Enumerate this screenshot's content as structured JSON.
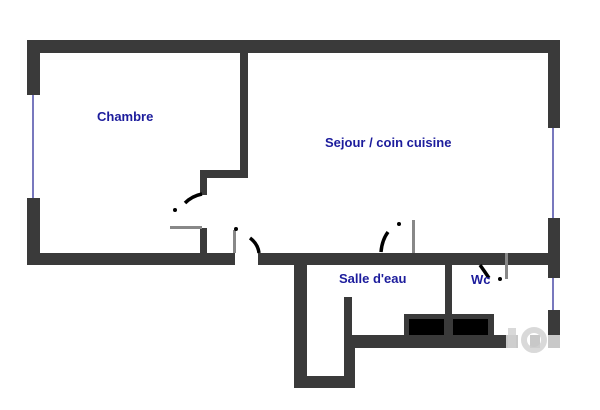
{
  "colors": {
    "wall": "#3a3a3a",
    "label": "#1c1c9c",
    "window": "#4a4aa8",
    "door": "#000000"
  },
  "rooms": [
    {
      "id": "chambre",
      "label": "Chambre"
    },
    {
      "id": "sejour",
      "label": "Sejour / coin cuisine"
    },
    {
      "id": "salle-deau",
      "label": "Salle d'eau"
    },
    {
      "id": "wc",
      "label": "Wc"
    }
  ],
  "watermark": "iad"
}
